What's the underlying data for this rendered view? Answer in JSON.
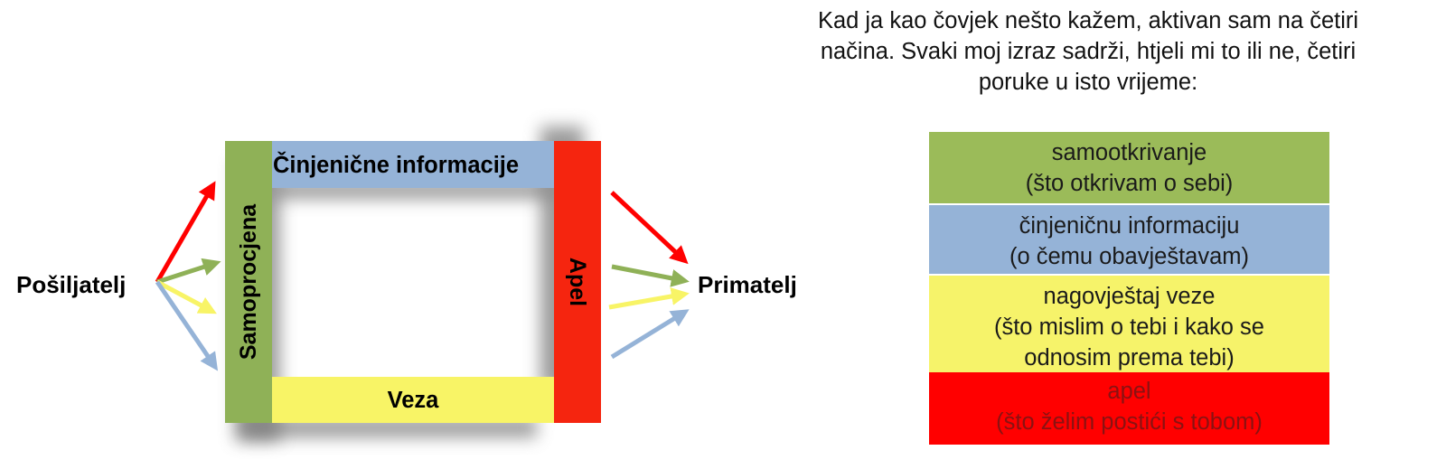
{
  "intro": {
    "line1": "Kad ja kao čovjek nešto kažem, aktivan sam na četiri",
    "line2": "načina. Svaki moj izraz sadrži, htjeli mi to ili ne, četiri",
    "line3": "poruke u isto vrijeme:"
  },
  "diagram": {
    "sender": "Pošiljatelj",
    "receiver": "Primatelj",
    "self_revelation": "Samoprocjena",
    "facts": "Činjenične informacije",
    "appeal": "Apel",
    "relationship": "Veza"
  },
  "legend": [
    {
      "title": "samootkrivanje",
      "lines": [
        "(što otkrivam o sebi)"
      ],
      "color": "#9bbb59"
    },
    {
      "title": "činjeničnu informaciju",
      "lines": [
        "(o čemu obavještavam)"
      ],
      "color": "#95b3d7"
    },
    {
      "title": "nagovještaj veze",
      "lines": [
        "(što mislim o tebi i kako se",
        "odnosim prema tebi)"
      ],
      "color": "#f6f36a"
    },
    {
      "title": "apel",
      "lines": [
        "(što želim postići s tobom)"
      ],
      "color": "#ff0000"
    }
  ],
  "colors": {
    "green": "#8fb157",
    "blue": "#95b3d7",
    "yellow": "#f8f466",
    "red": "#f5250f",
    "arrow_red": "#ff0000",
    "arrow_green": "#8fb157",
    "arrow_yellow": "#f8f466",
    "arrow_blue": "#95b3d7"
  }
}
